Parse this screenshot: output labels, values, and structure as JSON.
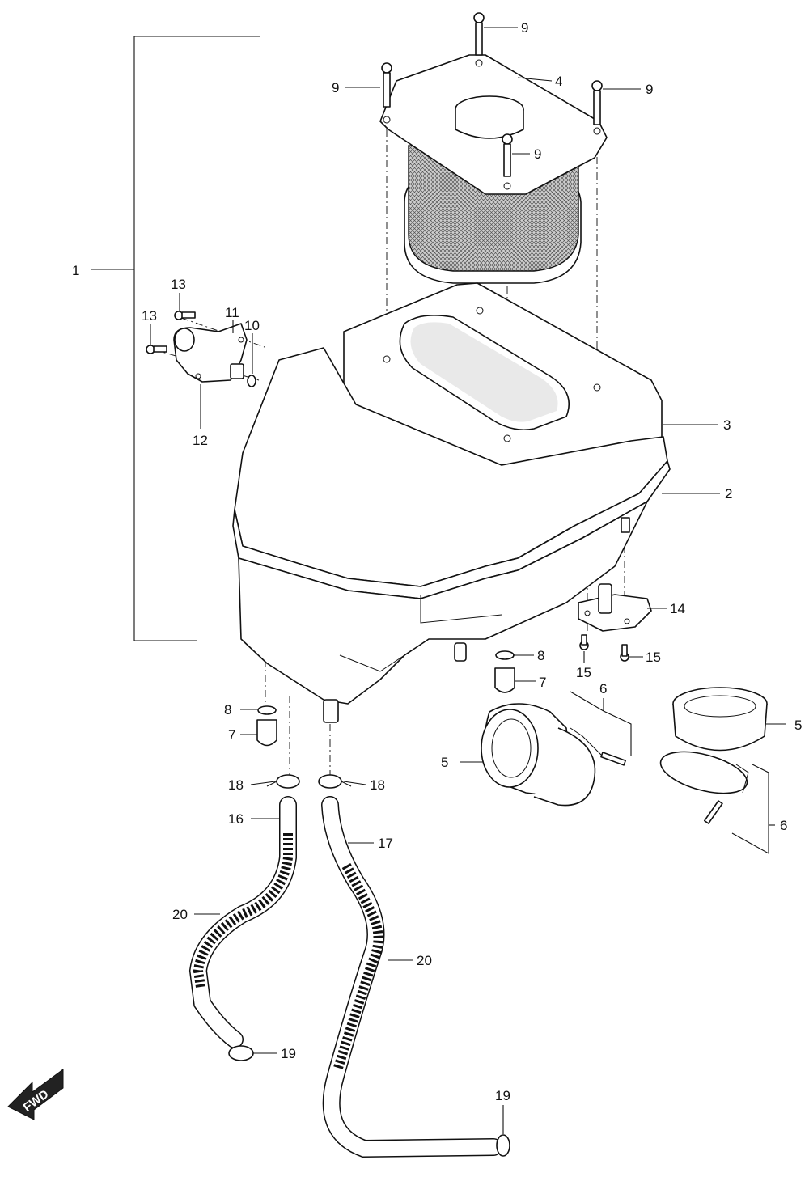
{
  "callouts": [
    {
      "id": "c1",
      "text": "1"
    },
    {
      "id": "c2",
      "text": "2"
    },
    {
      "id": "c3",
      "text": "3"
    },
    {
      "id": "c4",
      "text": "4"
    },
    {
      "id": "c5a",
      "text": "5"
    },
    {
      "id": "c5b",
      "text": "5"
    },
    {
      "id": "c6a",
      "text": "6"
    },
    {
      "id": "c6b",
      "text": "6"
    },
    {
      "id": "c7a",
      "text": "7"
    },
    {
      "id": "c7b",
      "text": "7"
    },
    {
      "id": "c8a",
      "text": "8"
    },
    {
      "id": "c8b",
      "text": "8"
    },
    {
      "id": "c9a",
      "text": "9"
    },
    {
      "id": "c9b",
      "text": "9"
    },
    {
      "id": "c9c",
      "text": "9"
    },
    {
      "id": "c9d",
      "text": "9"
    },
    {
      "id": "c10",
      "text": "10"
    },
    {
      "id": "c11",
      "text": "11"
    },
    {
      "id": "c12",
      "text": "12"
    },
    {
      "id": "c13a",
      "text": "13"
    },
    {
      "id": "c13b",
      "text": "13"
    },
    {
      "id": "c14",
      "text": "14"
    },
    {
      "id": "c15a",
      "text": "15"
    },
    {
      "id": "c15b",
      "text": "15"
    },
    {
      "id": "c16",
      "text": "16"
    },
    {
      "id": "c17",
      "text": "17"
    },
    {
      "id": "c18a",
      "text": "18"
    },
    {
      "id": "c18b",
      "text": "18"
    },
    {
      "id": "c19a",
      "text": "19"
    },
    {
      "id": "c19b",
      "text": "19"
    },
    {
      "id": "c20a",
      "text": "20"
    },
    {
      "id": "c20b",
      "text": "20"
    }
  ],
  "direction_arrow": {
    "text": "FWD",
    "icon": "fwd-arrow-icon"
  }
}
